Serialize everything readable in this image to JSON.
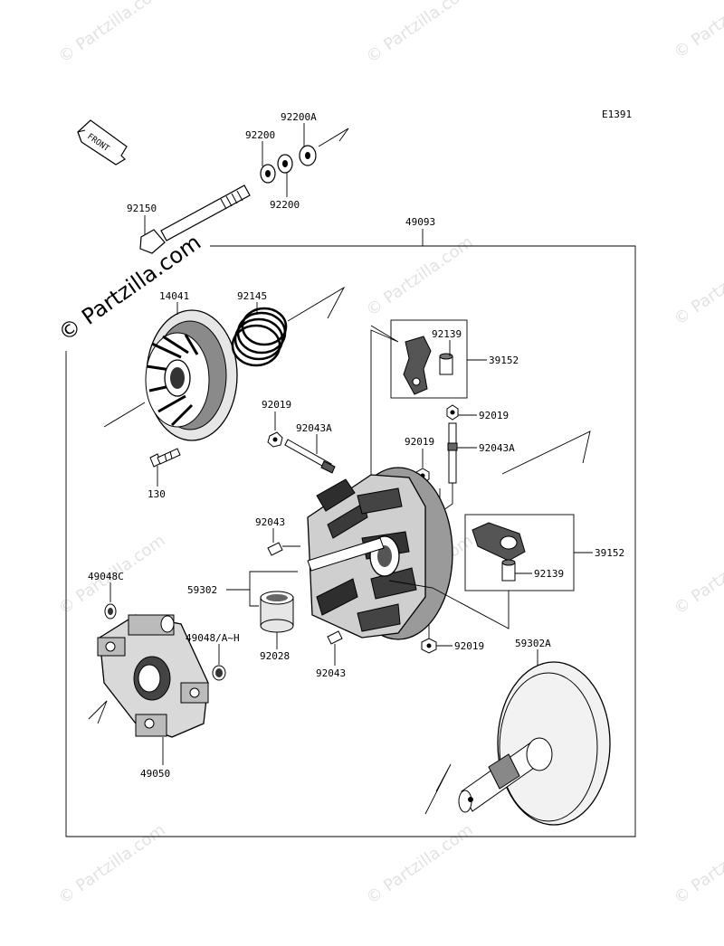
{
  "diagram_code": "E1391",
  "front_label": "FRONT",
  "watermark_text": "© Partzilla.com",
  "colors": {
    "line": "#000000",
    "part_dark": "#2a2a2a",
    "part_mid": "#7a7a7a",
    "part_light": "#d8d8d8",
    "watermark": "#e2e2e2"
  },
  "callouts": [
    {
      "id": "c-92200A",
      "text": "92200A"
    },
    {
      "id": "c-92200-a",
      "text": "92200"
    },
    {
      "id": "c-92200-b",
      "text": "92200"
    },
    {
      "id": "c-92150",
      "text": "92150"
    },
    {
      "id": "c-49093",
      "text": "49093"
    },
    {
      "id": "c-14041",
      "text": "14041"
    },
    {
      "id": "c-92145",
      "text": "92145"
    },
    {
      "id": "c-92139-a",
      "text": "92139"
    },
    {
      "id": "c-39152-a",
      "text": "39152"
    },
    {
      "id": "c-92019-a",
      "text": "92019"
    },
    {
      "id": "c-92019-b",
      "text": "92019"
    },
    {
      "id": "c-92043A-a",
      "text": "92043A"
    },
    {
      "id": "c-92019-c",
      "text": "92019"
    },
    {
      "id": "c-92043A-b",
      "text": "92043A"
    },
    {
      "id": "c-130",
      "text": "130"
    },
    {
      "id": "c-92043-a",
      "text": "92043"
    },
    {
      "id": "c-39152-b",
      "text": "39152"
    },
    {
      "id": "c-92139-b",
      "text": "92139"
    },
    {
      "id": "c-59302",
      "text": "59302"
    },
    {
      "id": "c-49048C",
      "text": "49048C"
    },
    {
      "id": "c-92028",
      "text": "92028"
    },
    {
      "id": "c-49048AH",
      "text": "49048/A~H"
    },
    {
      "id": "c-92043-b",
      "text": "92043"
    },
    {
      "id": "c-92019-d",
      "text": "92019"
    },
    {
      "id": "c-59302A",
      "text": "59302A"
    },
    {
      "id": "c-49050",
      "text": "49050"
    }
  ]
}
